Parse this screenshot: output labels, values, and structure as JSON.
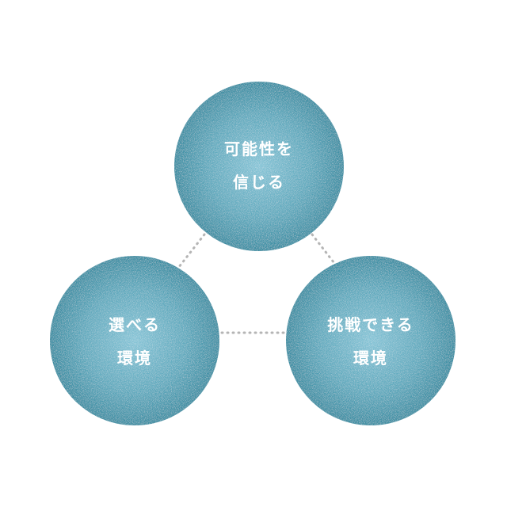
{
  "circles": [
    {
      "line1": "可能性を",
      "line2": "信じる"
    },
    {
      "line1": "選べる",
      "line2": "環境"
    },
    {
      "line1": "挑戦できる",
      "line2": "環境"
    }
  ],
  "colors": {
    "edge": "#3b8da2",
    "center": "#86c4d6",
    "connector": "#b5b5b5"
  }
}
